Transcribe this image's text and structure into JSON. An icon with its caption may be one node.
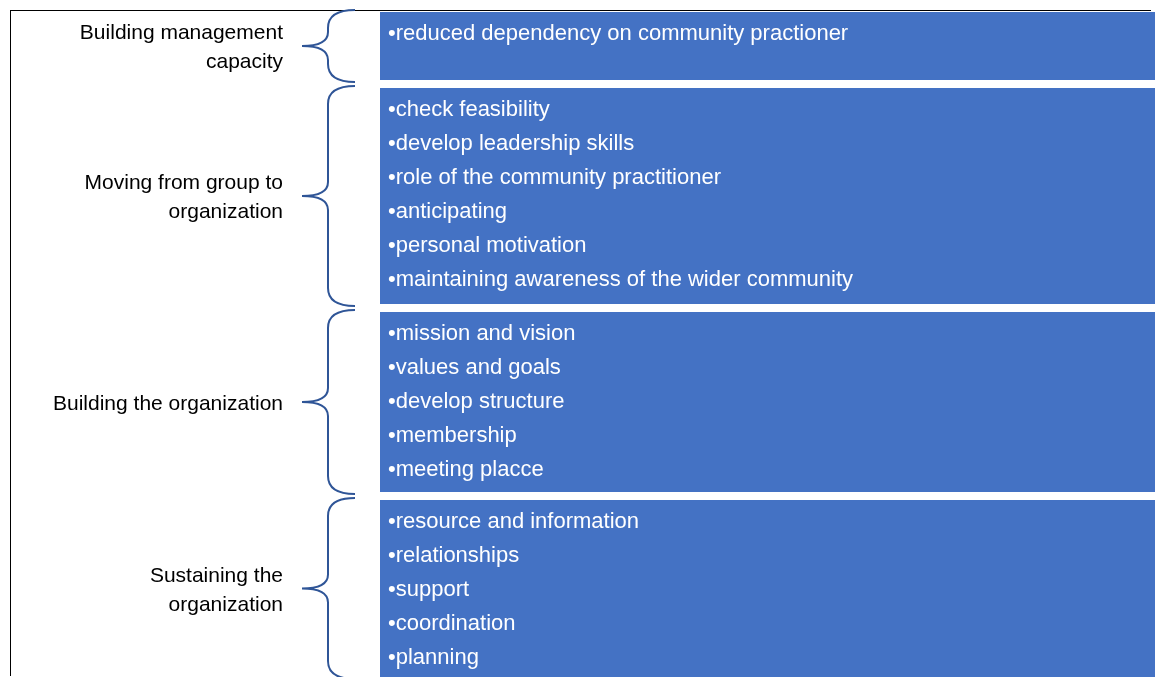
{
  "diagram": {
    "nodes": [
      {
        "text": [
          "•reduced dependency on community practioner"
        ]
      },
      {
        "text": [
          "•check feasibility",
          "•develop leadership skills",
          "•role of the community practitioner",
          "•anticipating",
          "•personal motivation",
          "•maintaining awareness of the wider community"
        ]
      },
      {
        "text": [
          "•mission and vision",
          "•values and goals",
          "•develop structure",
          "•membership",
          "•meeting placce"
        ]
      },
      {
        "text": [
          "•resource and information",
          "•relationships",
          "•support",
          "•coordination",
          "•planning"
        ]
      }
    ],
    "labels": [
      "Building management capacity",
      "Moving from group to organization",
      "Building the organization",
      "Sustaining the organization"
    ]
  }
}
